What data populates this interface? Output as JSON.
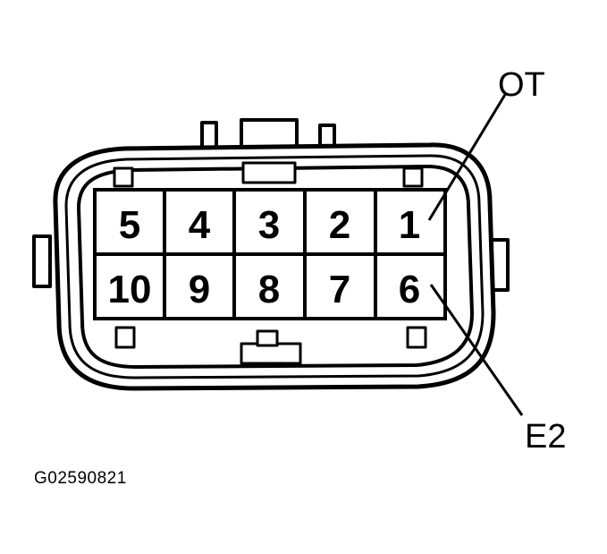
{
  "connector": {
    "top_row_pins": [
      "5",
      "4",
      "3",
      "2",
      "1"
    ],
    "bottom_row_pins": [
      "10",
      "9",
      "8",
      "7",
      "6"
    ]
  },
  "callouts": {
    "ot": "OT",
    "e2": "E2"
  },
  "figure_id": "G02590821",
  "colors": {
    "ink": "#000000",
    "paper": "#ffffff"
  }
}
